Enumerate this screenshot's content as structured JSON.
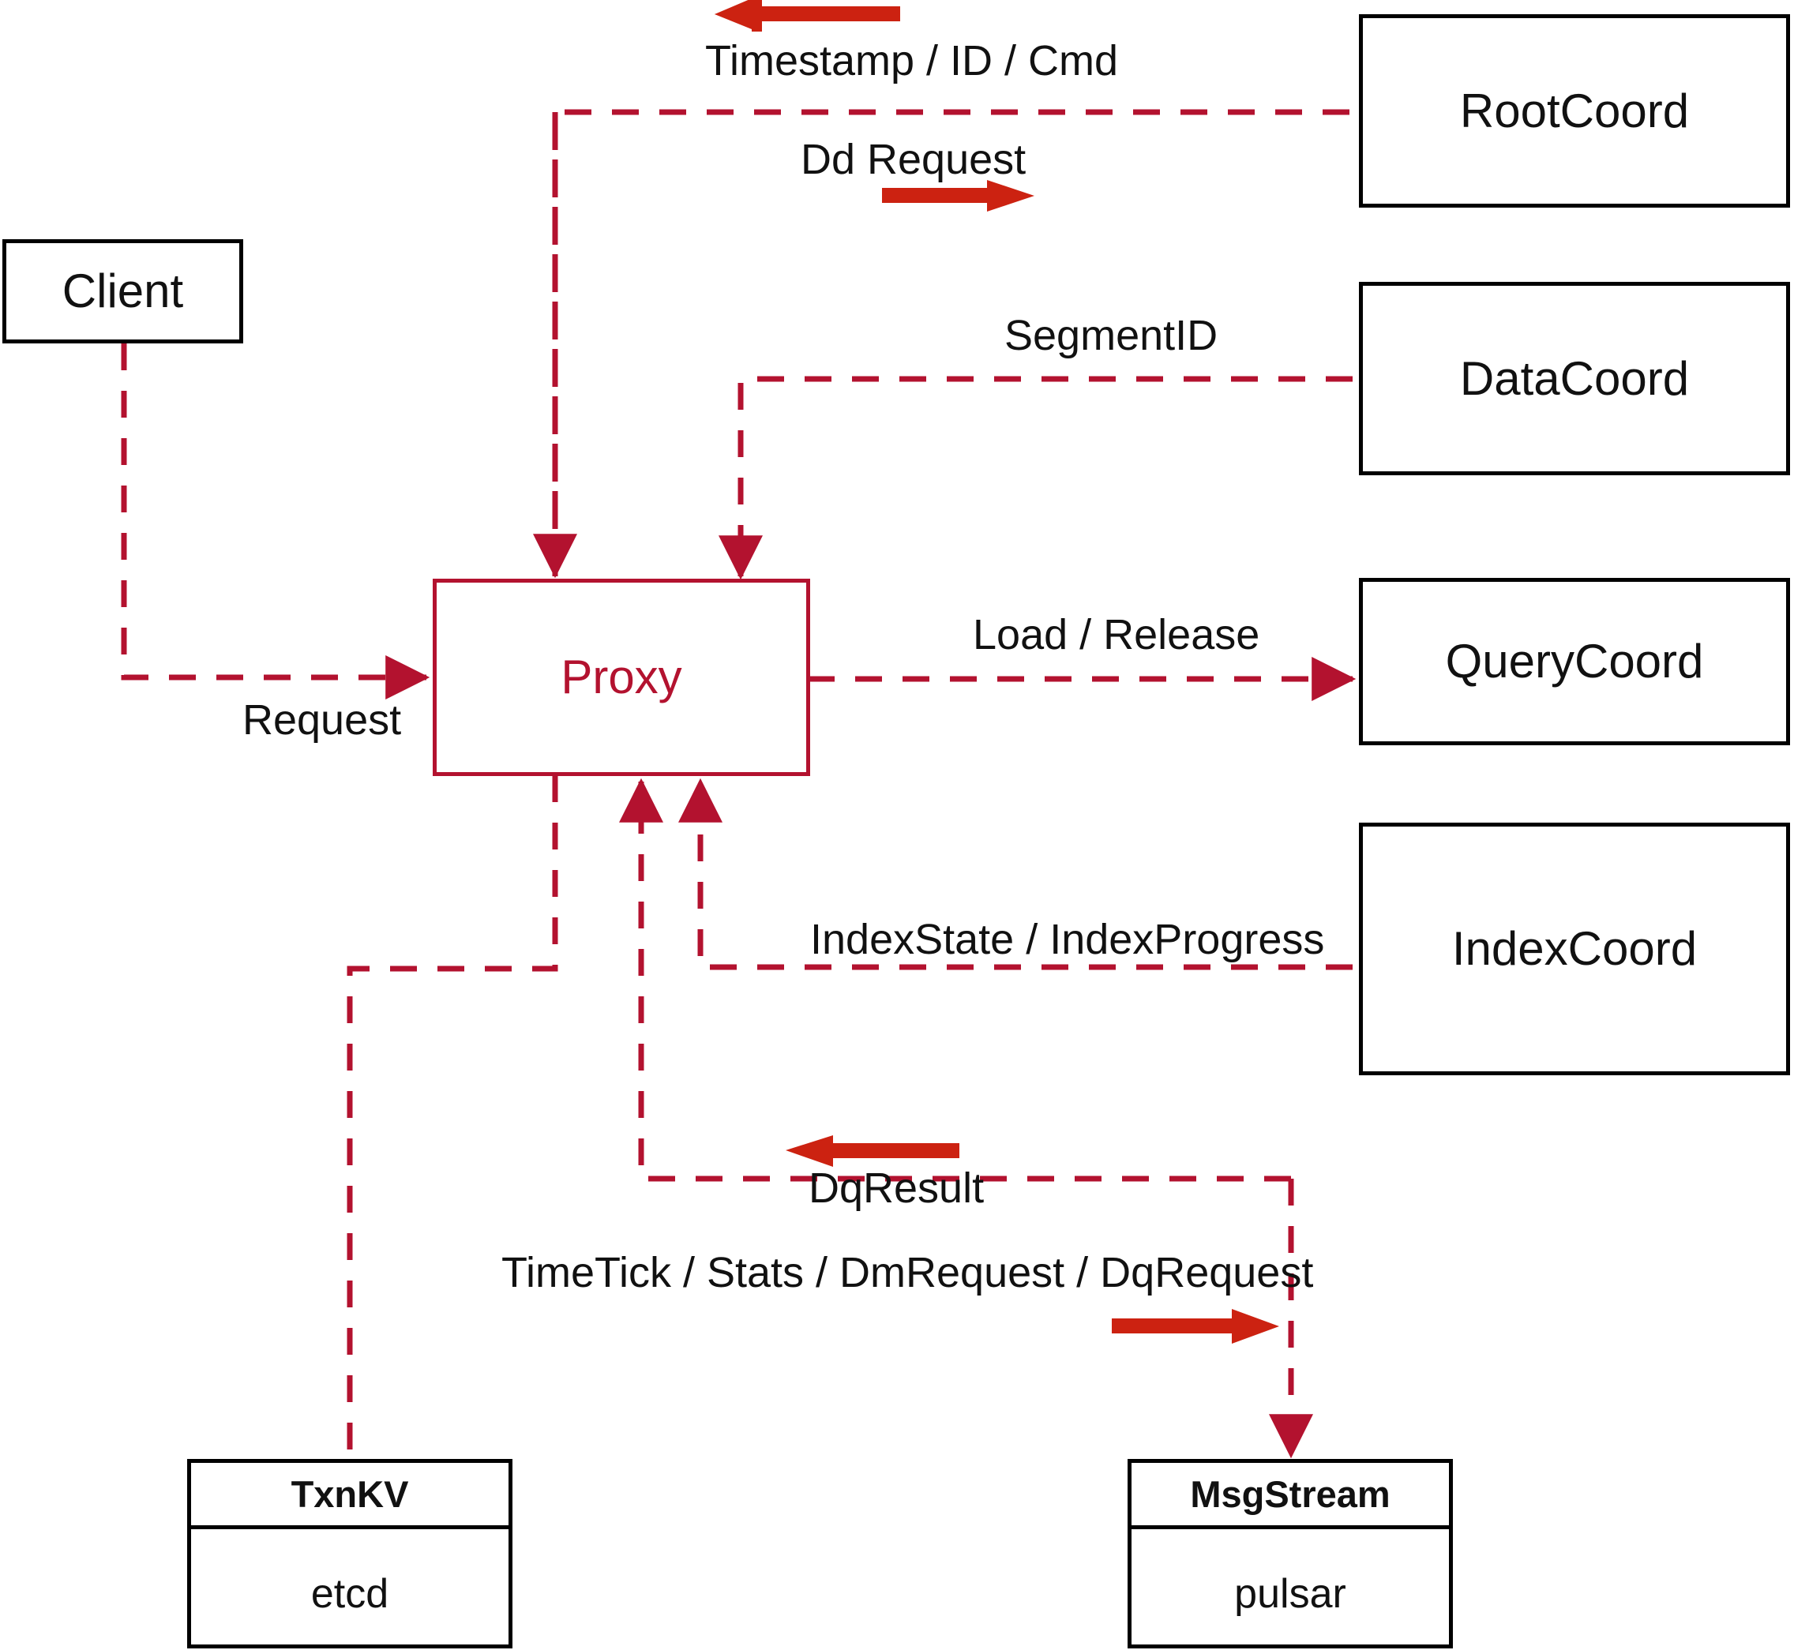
{
  "diagram": {
    "title": "Milvus Proxy interaction diagram",
    "colors": {
      "dash_red": "#b3122f",
      "solid_arrow_red": "#cc2211",
      "box_black": "#000000",
      "background": "#ffffff"
    },
    "nodes": [
      {
        "id": "client",
        "label": "Client"
      },
      {
        "id": "proxy",
        "label": "Proxy"
      },
      {
        "id": "rootcoord",
        "label": "RootCoord"
      },
      {
        "id": "datacoord",
        "label": "DataCoord"
      },
      {
        "id": "querycoord",
        "label": "QueryCoord"
      },
      {
        "id": "indexcoord",
        "label": "IndexCoord"
      }
    ],
    "stores": [
      {
        "id": "txnkv",
        "title": "TxnKV",
        "impl": "etcd"
      },
      {
        "id": "msgstream",
        "title": "MsgStream",
        "impl": "pulsar"
      }
    ],
    "edge_labels": [
      {
        "id": "timestamp-id-cmd",
        "text": "Timestamp / ID / Cmd"
      },
      {
        "id": "dd-request",
        "text": "Dd Request"
      },
      {
        "id": "segmentid",
        "text": "SegmentID"
      },
      {
        "id": "load-release",
        "text": "Load / Release"
      },
      {
        "id": "indexstate",
        "text": "IndexState / IndexProgress"
      },
      {
        "id": "request",
        "text": "Request"
      },
      {
        "id": "dqresult",
        "text": "DqResult"
      },
      {
        "id": "timetick",
        "text": "TimeTick / Stats / DmRequest / DqRequest"
      }
    ]
  }
}
